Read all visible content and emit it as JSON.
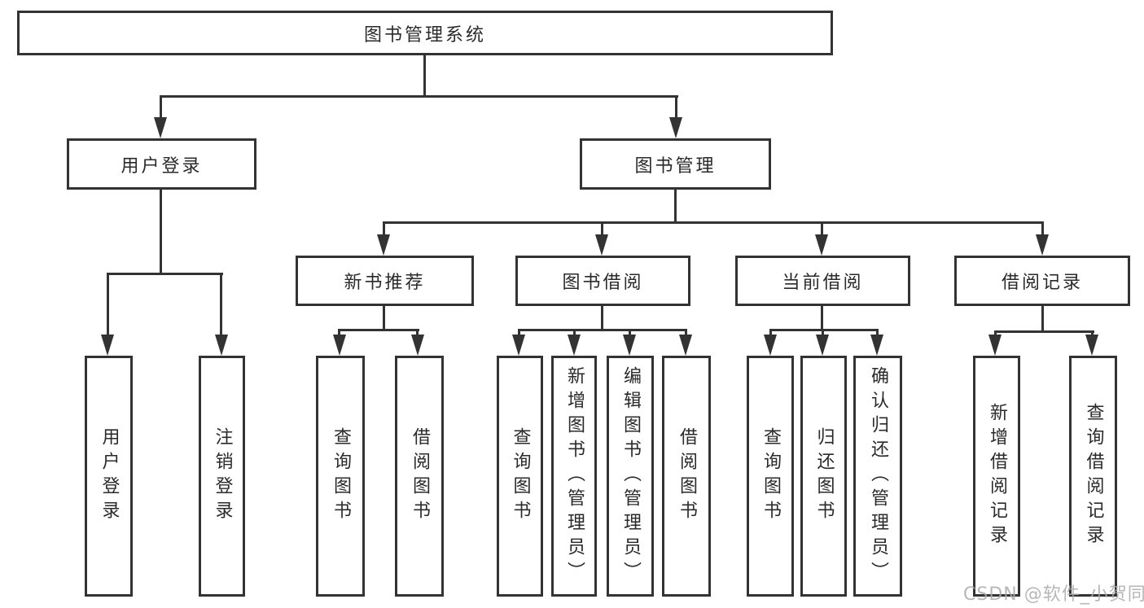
{
  "tree": {
    "root": {
      "label": "图书管理系统",
      "children": [
        {
          "label": "用户登录",
          "children": [
            {
              "label": "用户登录"
            },
            {
              "label": "注销登录"
            }
          ]
        },
        {
          "label": "图书管理",
          "children": [
            {
              "label": "新书推荐",
              "children": [
                {
                  "label": "查询图书"
                },
                {
                  "label": "借阅图书"
                }
              ]
            },
            {
              "label": "图书借阅",
              "children": [
                {
                  "label": "查询图书"
                },
                {
                  "label": "新增图书（管理员）"
                },
                {
                  "label": "编辑图书（管理员）"
                },
                {
                  "label": "借阅图书"
                }
              ]
            },
            {
              "label": "当前借阅",
              "children": [
                {
                  "label": "查询图书"
                },
                {
                  "label": "归还图书"
                },
                {
                  "label": "确认归还（管理员）"
                }
              ]
            },
            {
              "label": "借阅记录",
              "children": [
                {
                  "label": "新增借阅记录"
                },
                {
                  "label": "查询借阅记录"
                }
              ]
            }
          ]
        }
      ]
    }
  },
  "watermark": {
    "text": "CSDN @软件_小贺同学"
  }
}
